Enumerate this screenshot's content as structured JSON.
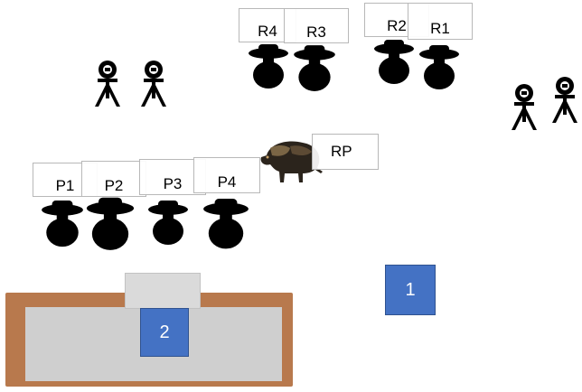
{
  "diagram": {
    "rows": {
      "back": [
        "R4",
        "R3",
        "R2",
        "R1"
      ],
      "front": [
        "P1",
        "P2",
        "P3",
        "P4"
      ]
    },
    "animal_label": "RP",
    "markers": [
      "1",
      "2"
    ],
    "colors": {
      "silhouette": "#000000",
      "marker_fill": "#4472c4",
      "desk_frame": "#b8794d",
      "desk_surface": "#cfcfcf",
      "label_border": "#b8b8b8"
    }
  }
}
